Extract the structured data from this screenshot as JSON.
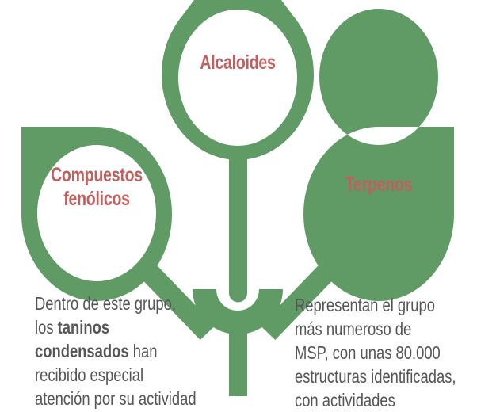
{
  "colors": {
    "green": "#609b66",
    "label": "#c0605e",
    "text": "#555555"
  },
  "nodes": {
    "center": "Alcaloides",
    "left": [
      "Compuestos",
      "fenólicos"
    ],
    "right": "Terpenos"
  },
  "left_text": {
    "l1": "Dentro de este grupo,",
    "l2a": "los ",
    "l2b": "taninos",
    "l3a": "condensados",
    "l3b": " han",
    "l4": "recibido especial",
    "l5": "atención por su actividad"
  },
  "right_text": {
    "l1": "Representan el grupo",
    "l2": "más numeroso de",
    "l3": "MSP, con unas 80.000",
    "l4": "estructuras identificadas,",
    "l5": "con actividades"
  }
}
